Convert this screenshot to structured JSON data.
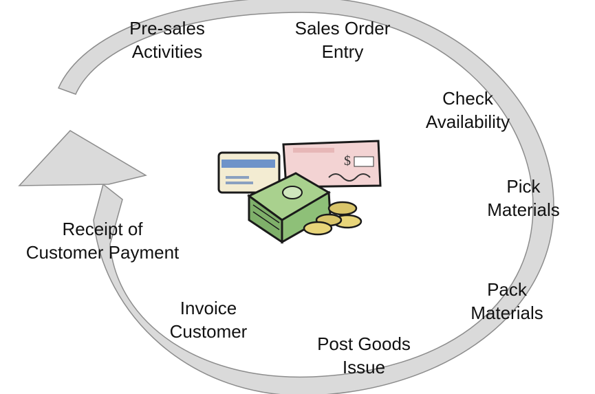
{
  "diagram": {
    "steps": [
      {
        "id": "pre-sales",
        "lines": [
          "Pre-sales",
          "Activities"
        ]
      },
      {
        "id": "sales-order-entry",
        "lines": [
          "Sales Order",
          "Entry"
        ]
      },
      {
        "id": "check-availability",
        "lines": [
          "Check",
          "Availability"
        ]
      },
      {
        "id": "pick-materials",
        "lines": [
          "Pick",
          "Materials"
        ]
      },
      {
        "id": "pack-materials",
        "lines": [
          "Pack",
          "Materials"
        ]
      },
      {
        "id": "post-goods-issue",
        "lines": [
          "Post Goods",
          "Issue"
        ]
      },
      {
        "id": "invoice-customer",
        "lines": [
          "Invoice",
          "Customer"
        ]
      },
      {
        "id": "receipt-of-payment",
        "lines": [
          "Receipt of",
          "Customer Payment"
        ]
      }
    ],
    "center_image": "money-clipart-icon",
    "colors": {
      "arrow_fill": "#dadada",
      "arrow_stroke": "#8c8c8c",
      "text": "#111111"
    }
  }
}
